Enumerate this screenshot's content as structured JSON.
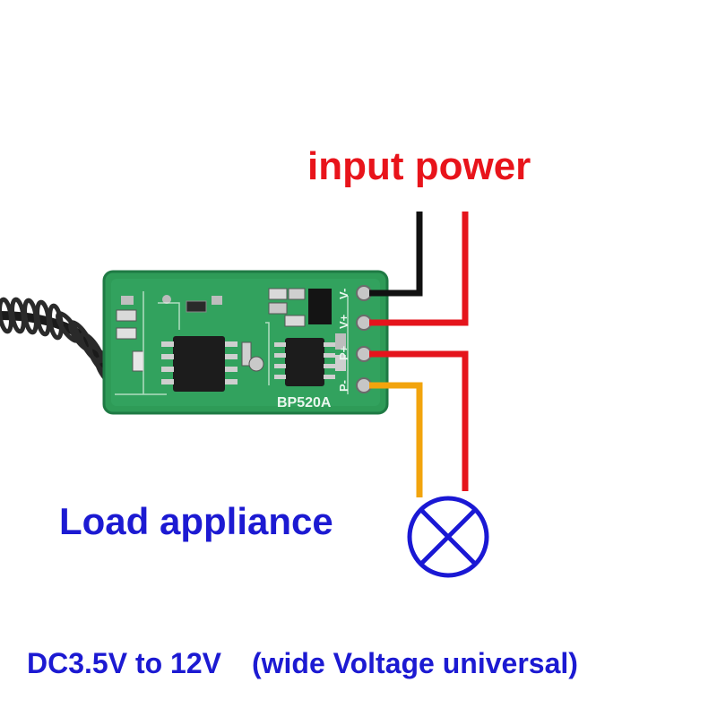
{
  "colors": {
    "heading_red": "#e8141b",
    "label_blue": "#1c1ad2",
    "wire_black": "#111111",
    "wire_red": "#e5141c",
    "wire_orange": "#f2a40d",
    "pcb_green": "#2f9a5a",
    "pcb_edge": "#1f7a44",
    "lamp_blue": "#1a18d4",
    "antenna_black": "#1a1a1a"
  },
  "labels": {
    "input_power": "input power",
    "load_appliance": "Load appliance",
    "voltage_range": "DC3.5V to 12V",
    "voltage_note": "(wide Voltage universal)"
  },
  "board": {
    "model_marking": "BP520A",
    "pins": [
      "V-",
      "V+",
      "P+",
      "P-"
    ]
  },
  "icons": {
    "lamp": "lamp-icon",
    "antenna": "coiled-antenna-icon"
  }
}
